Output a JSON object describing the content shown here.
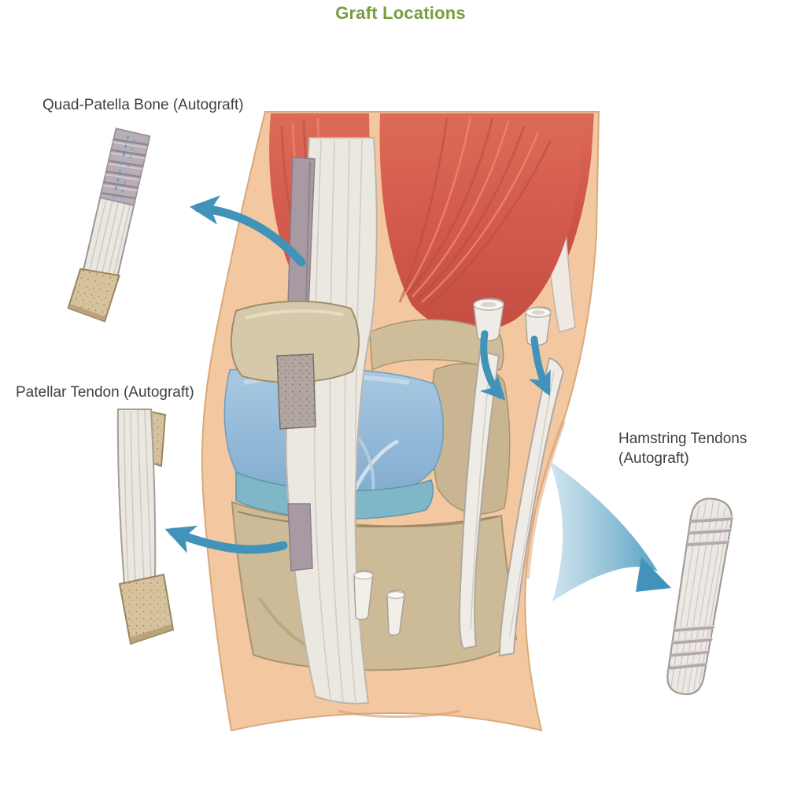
{
  "title": "Graft Locations",
  "labels": {
    "quad_patella": "Quad-Patella Bone (Autograft)",
    "patellar_tendon": "Patellar Tendon (Autograft)",
    "hamstring_line1": "Hamstring Tendons",
    "hamstring_line2": "(Autograft)"
  },
  "colors": {
    "title_green": "#7b9b3f",
    "label_text": "#3f3f3f",
    "arrow_blue": "#4293ba",
    "muscle_red": "#d0574a",
    "bone_tan": "#cfbc98",
    "cartilage_blue": "#95bbda",
    "skin": "#f3c8a0",
    "tendon_white": "#ebe8e2",
    "suture_blue": "#57a7c9"
  }
}
